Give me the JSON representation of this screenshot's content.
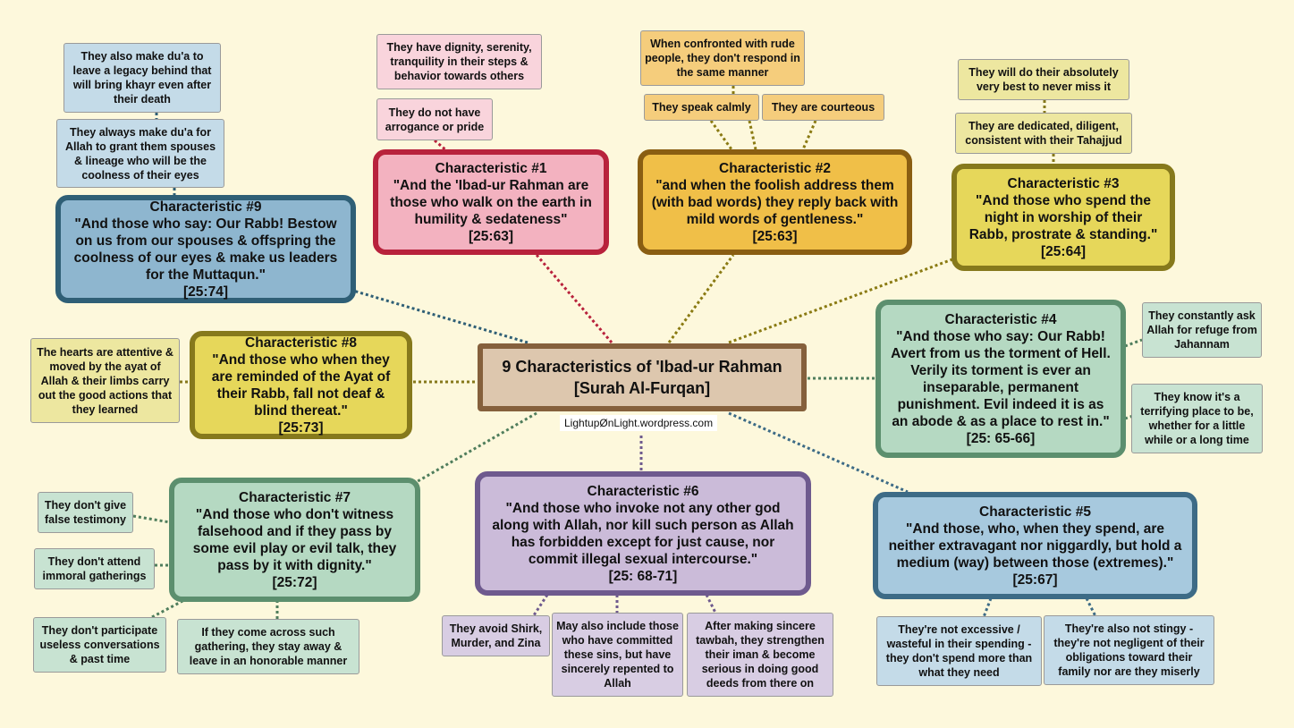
{
  "center": {
    "title_line1": "9 Characteristics of 'Ibad-ur Rahman",
    "title_line2": "[Surah Al-Furqan]",
    "credit": "LightupØnLight.wordpress.com"
  },
  "characteristics": {
    "c1": {
      "heading": "Characteristic #1",
      "text": "\"And the 'Ibad-ur Rahman are those who walk on the earth in humility & sedateness\"",
      "ref": "[25:63]"
    },
    "c2": {
      "heading": "Characteristic #2",
      "text": "\"and when the foolish address them (with bad words) they reply back with mild words of gentleness.\"",
      "ref": "[25:63]"
    },
    "c3": {
      "heading": "Characteristic #3",
      "text": "\"And those who spend the night in worship of their Rabb, prostrate & standing.\"",
      "ref": "[25:64]"
    },
    "c4": {
      "heading": "Characteristic #4",
      "text": "\"And those who say: Our Rabb! Avert from us the torment of Hell. Verily its torment is ever an inseparable, permanent punishment. Evil indeed it is as an abode & as a place to rest in.\"",
      "ref": "[25: 65-66]"
    },
    "c5": {
      "heading": "Characteristic #5",
      "text": "\"And those, who, when they spend, are neither extravagant nor niggardly, but hold a medium (way) between those (extremes).\"",
      "ref": "[25:67]"
    },
    "c6": {
      "heading": "Characteristic #6",
      "text": "\"And those who invoke not any other god along with Allah, nor kill such person as Allah has forbidden except for just cause, nor commit illegal sexual intercourse.\"",
      "ref": "[25: 68-71]"
    },
    "c7": {
      "heading": "Characteristic #7",
      "text": "\"And those who don't witness falsehood and if they pass by some evil play or evil talk, they pass by it with dignity.\"",
      "ref": "[25:72]"
    },
    "c8": {
      "heading": "Characteristic #8",
      "text": "\"And those who when they are reminded of the Ayat of their Rabb, fall not deaf & blind thereat.\"",
      "ref": "[25:73]"
    },
    "c9": {
      "heading": "Characteristic #9",
      "text": "\"And those who say: Our Rabb! Bestow on us from our spouses & offspring the coolness of our eyes & make us leaders for the Muttaqun.\"",
      "ref": "[25:74]"
    }
  },
  "notes": {
    "n1a": "They do not have arrogance or pride",
    "n1b": "They have dignity, serenity, tranquility in their steps & behavior towards others",
    "n2a": "They speak calmly",
    "n2b": "They are courteous",
    "n2c": "When confronted with rude people, they don't respond in the same manner",
    "n3a": "They are dedicated, diligent, consistent with their Tahajjud",
    "n3b": "They will do their absolutely very best to never miss it",
    "n4a": "They constantly ask Allah for refuge from Jahannam",
    "n4b": "They know it's a terrifying place to be, whether for a little while or a long time",
    "n5a": "They're not excessive / wasteful in their spending - they don't spend more than what they need",
    "n5b": "They're also not stingy - they're not negligent of their obligations toward their family nor are they miserly",
    "n6a": "They avoid Shirk, Murder, and Zina",
    "n6b": "May also include those who have committed these sins, but have sincerely repented to Allah",
    "n6c": "After making sincere tawbah, they strengthen their iman & become serious in doing good deeds from there on",
    "n7a": "They don't give false testimony",
    "n7b": "They don't attend immoral gatherings",
    "n7c": "They don't participate useless conversations & past time",
    "n7d": "If they come across such gathering, they stay away & leave in an honorable manner",
    "n8a": "The hearts are attentive & moved by the ayat of Allah & their limbs carry out the good actions that they learned",
    "n9a": "They always make du'a for Allah to grant them spouses & lineage who will be the coolness of their eyes",
    "n9b": "They also make du'a to leave a legacy behind that will bring khayr even after their death"
  },
  "colors": {
    "c1": {
      "fill": "#f3b2c0",
      "border": "#b8223c"
    },
    "c2": {
      "fill": "#f0bf48",
      "border": "#8a5e12"
    },
    "c3": {
      "fill": "#e6d75a",
      "border": "#86791c"
    },
    "c4": {
      "fill": "#b5d9c2",
      "border": "#5c8f6e"
    },
    "c5": {
      "fill": "#a7c9de",
      "border": "#3d6b86"
    },
    "c6": {
      "fill": "#cbbbd9",
      "border": "#6e5a8e"
    },
    "c7": {
      "fill": "#b5d9c2",
      "border": "#5c8f6e"
    },
    "c8": {
      "fill": "#e6d75a",
      "border": "#86791c"
    },
    "c9": {
      "fill": "#8eb6cf",
      "border": "#2f5f76"
    }
  }
}
